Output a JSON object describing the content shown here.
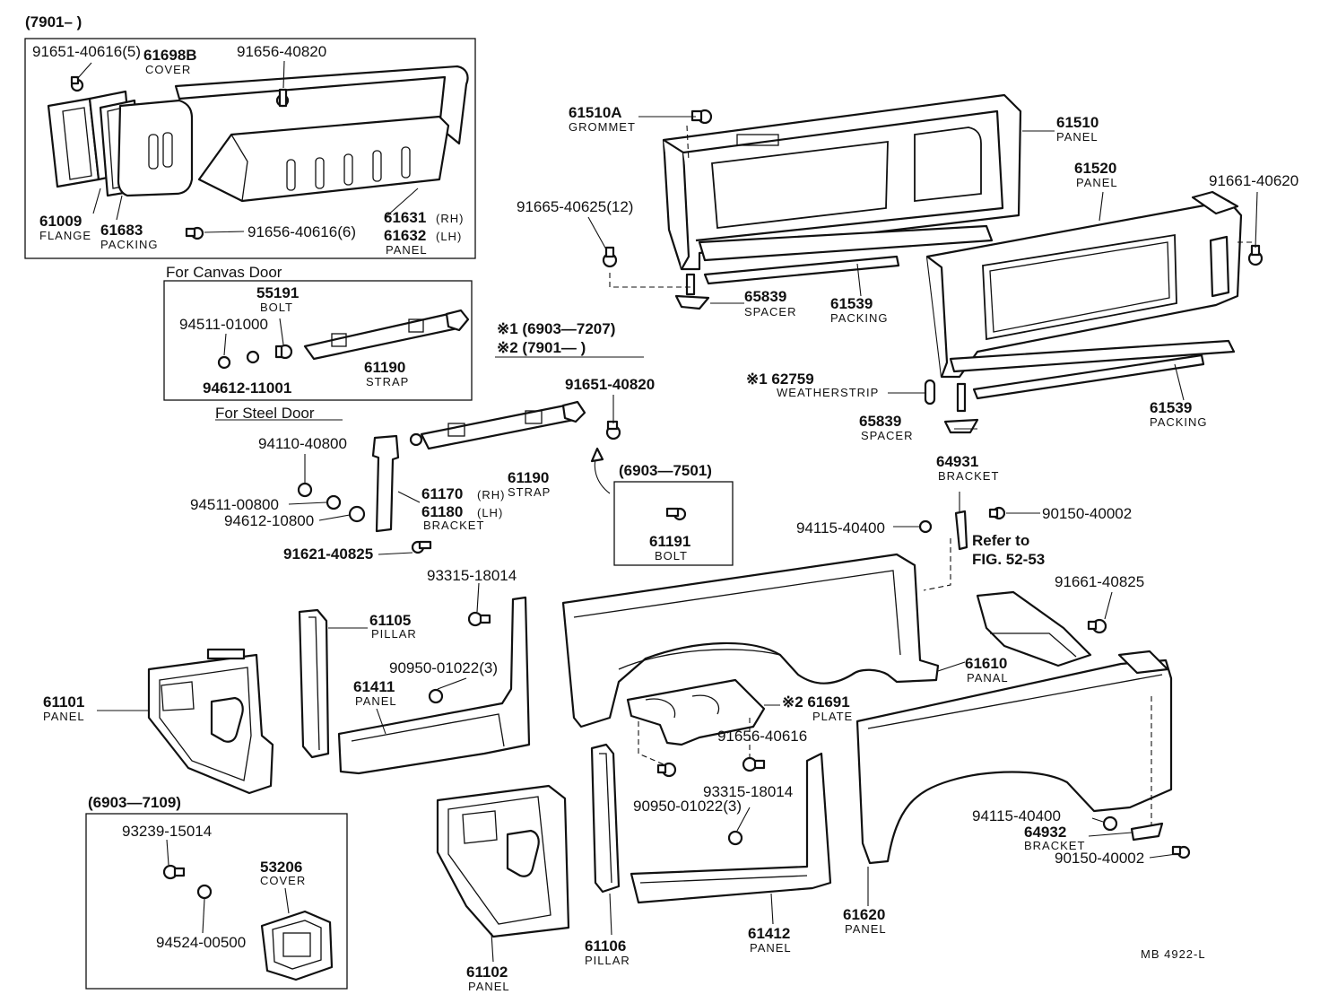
{
  "boxes": {
    "top_left": {
      "title": "(7901–        )"
    },
    "canvas_door": {
      "title": "For  Canvas  Door"
    },
    "steel_door": {
      "title": "For  Steel  Door"
    },
    "box_6903_7501": {
      "title": "(6903—7501)"
    },
    "box_6903_7109": {
      "title": "(6903—7109)"
    }
  },
  "notes": {
    "note1": "※1  (6903—7207)",
    "note2": "※2  (7901—         )",
    "refer_line1": "Refer to",
    "refer_line2": "FIG. 52-53",
    "code": "MB  4922-L"
  },
  "callouts": [
    {
      "id": "c01",
      "part": "91651-40616(5)",
      "name": ""
    },
    {
      "id": "c02",
      "part": "61698B",
      "name": "COVER"
    },
    {
      "id": "c03",
      "part": "91656-40820",
      "name": ""
    },
    {
      "id": "c04",
      "part": "61009",
      "name": "FLANGE"
    },
    {
      "id": "c05",
      "part": "61683",
      "name": "PACKING"
    },
    {
      "id": "c06",
      "part": "91656-40616(6)",
      "name": ""
    },
    {
      "id": "c07",
      "part": "61631",
      "name": "(RH)"
    },
    {
      "id": "c08",
      "part": "61632",
      "name": "(LH)"
    },
    {
      "id": "c09",
      "part": "",
      "name": "PANEL"
    },
    {
      "id": "c10",
      "part": "55191",
      "name": "BOLT"
    },
    {
      "id": "c11",
      "part": "94511-01000",
      "name": ""
    },
    {
      "id": "c12",
      "part": "94612-11001",
      "name": ""
    },
    {
      "id": "c13",
      "part": "61190",
      "name": "STRAP"
    },
    {
      "id": "c14",
      "part": "61510A",
      "name": "GROMMET"
    },
    {
      "id": "c15",
      "part": "61510",
      "name": "PANEL"
    },
    {
      "id": "c16",
      "part": "61520",
      "name": "PANEL"
    },
    {
      "id": "c17",
      "part": "91661-40620",
      "name": ""
    },
    {
      "id": "c18",
      "part": "91665-40625(12)",
      "name": ""
    },
    {
      "id": "c19",
      "part": "65839",
      "name": "SPACER"
    },
    {
      "id": "c20",
      "part": "61539",
      "name": "PACKING"
    },
    {
      "id": "c21",
      "part": "※1 62759",
      "name": "WEATHERSTRIP"
    },
    {
      "id": "c22",
      "part": "65839",
      "name": "SPACER"
    },
    {
      "id": "c23",
      "part": "61539",
      "name": "PACKING"
    },
    {
      "id": "c24",
      "part": "91651-40820",
      "name": ""
    },
    {
      "id": "c25",
      "part": "94110-40800",
      "name": ""
    },
    {
      "id": "c26",
      "part": "94511-00800",
      "name": ""
    },
    {
      "id": "c27",
      "part": "94612-10800",
      "name": ""
    },
    {
      "id": "c28",
      "part": "61170",
      "name": "(RH)"
    },
    {
      "id": "c29",
      "part": "61180",
      "name": "(LH)"
    },
    {
      "id": "c30",
      "part": "",
      "name": "BRACKET"
    },
    {
      "id": "c31",
      "part": "61190",
      "name": "STRAP"
    },
    {
      "id": "c32",
      "part": "61191",
      "name": "BOLT"
    },
    {
      "id": "c33",
      "part": "91621-40825",
      "name": ""
    },
    {
      "id": "c34",
      "part": "64931",
      "name": "BRACKET"
    },
    {
      "id": "c35",
      "part": "94115-40400",
      "name": ""
    },
    {
      "id": "c36",
      "part": "90150-40002",
      "name": ""
    },
    {
      "id": "c37",
      "part": "91661-40825",
      "name": ""
    },
    {
      "id": "c38",
      "part": "93315-18014",
      "name": ""
    },
    {
      "id": "c39",
      "part": "61105",
      "name": "PILLAR"
    },
    {
      "id": "c40",
      "part": "90950-01022(3)",
      "name": ""
    },
    {
      "id": "c41",
      "part": "61411",
      "name": "PANEL"
    },
    {
      "id": "c42",
      "part": "61101",
      "name": "PANEL"
    },
    {
      "id": "c43",
      "part": "61610",
      "name": "PANAL"
    },
    {
      "id": "c44",
      "part": "※2 61691",
      "name": "PLATE"
    },
    {
      "id": "c45",
      "part": "91656-40616",
      "name": ""
    },
    {
      "id": "c46",
      "part": "93315-18014",
      "name": ""
    },
    {
      "id": "c47",
      "part": "90950-01022(3)",
      "name": ""
    },
    {
      "id": "c48",
      "part": "94115-40400",
      "name": ""
    },
    {
      "id": "c49",
      "part": "64932",
      "name": "BRACKET"
    },
    {
      "id": "c50",
      "part": "90150-40002",
      "name": ""
    },
    {
      "id": "c51",
      "part": "93239-15014",
      "name": ""
    },
    {
      "id": "c52",
      "part": "53206",
      "name": "COVER"
    },
    {
      "id": "c53",
      "part": "94524-00500",
      "name": ""
    },
    {
      "id": "c54",
      "part": "61102",
      "name": "PANEL"
    },
    {
      "id": "c55",
      "part": "61106",
      "name": "PILLAR"
    },
    {
      "id": "c56",
      "part": "61412",
      "name": "PANEL"
    },
    {
      "id": "c57",
      "part": "61620",
      "name": "PANEL"
    }
  ]
}
